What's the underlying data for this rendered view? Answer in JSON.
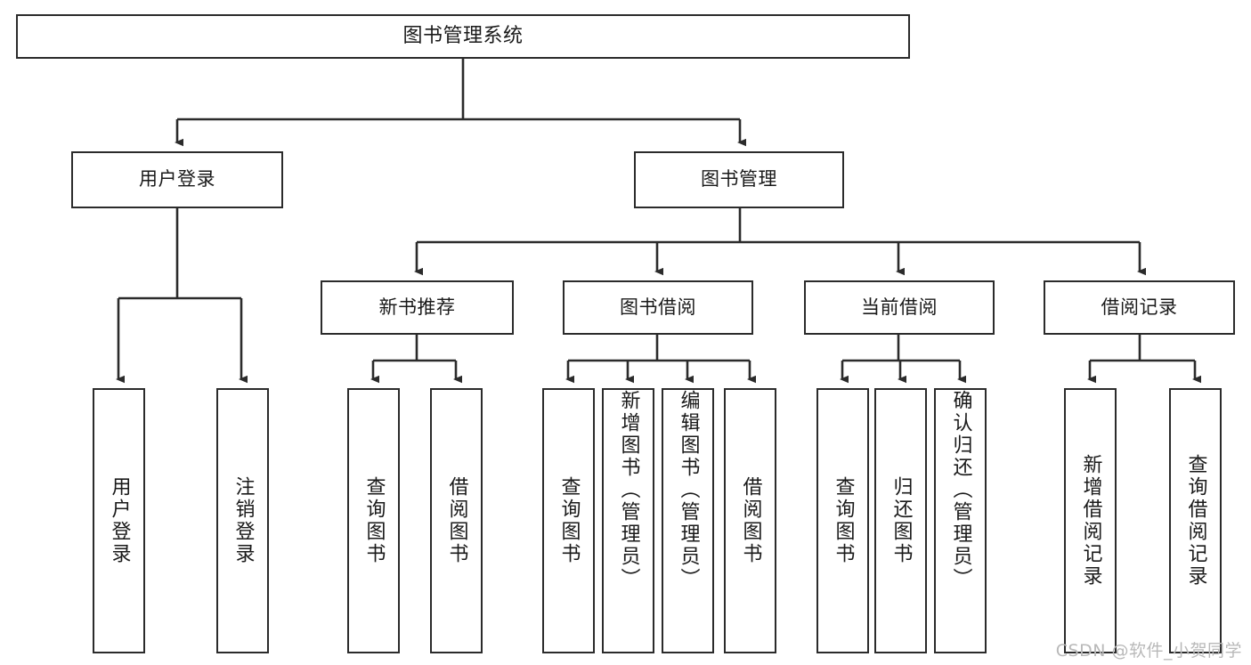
{
  "diagram": {
    "type": "tree",
    "title": "图书管理系统",
    "watermark": "CSDN @软件_小贺同学",
    "colors": {
      "background": "#ffffff",
      "stroke": "#2b2b2b",
      "text": "#1a1a1a",
      "watermark": "#b9b9b9"
    },
    "nodes": {
      "root": {
        "label": "图书管理系统"
      },
      "level2": [
        {
          "label": "用户登录"
        },
        {
          "label": "图书管理"
        }
      ],
      "level3": [
        {
          "label": "新书推荐"
        },
        {
          "label": "图书借阅"
        },
        {
          "label": "当前借阅"
        },
        {
          "label": "借阅记录"
        }
      ],
      "leaves": {
        "user_login": [
          {
            "label": "用户登录"
          },
          {
            "label": "注销登录"
          }
        ],
        "new_books": [
          {
            "label": "查询图书"
          },
          {
            "label": "借阅图书"
          }
        ],
        "book_borrow": [
          {
            "label": "查询图书"
          },
          {
            "label": "新增图书（管理员）"
          },
          {
            "label": "编辑图书（管理员）"
          },
          {
            "label": "借阅图书"
          }
        ],
        "current_borrow": [
          {
            "label": "查询图书"
          },
          {
            "label": "归还图书"
          },
          {
            "label": "确认归还（管理员）"
          }
        ],
        "borrow_records": [
          {
            "label": "新增借阅记录"
          },
          {
            "label": "查询借阅记录"
          }
        ]
      }
    }
  }
}
